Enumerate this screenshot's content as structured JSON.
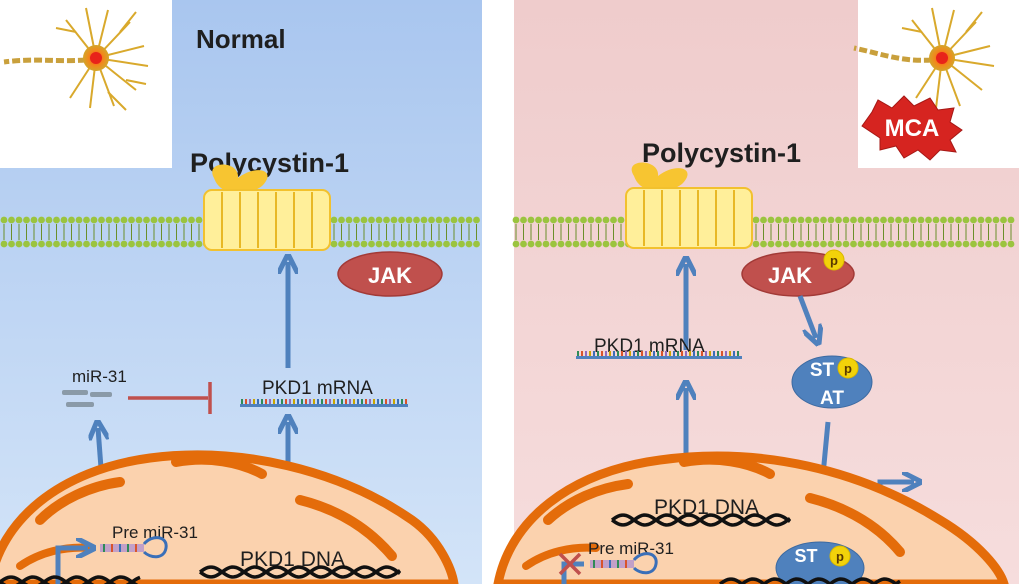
{
  "left_panel": {
    "title": "Normal",
    "protein_label": "Polycystin-1",
    "kinase_label": "JAK",
    "mirna_label": "miR-31",
    "mrna_label": "PKD1 mRNA",
    "pre_mirna_label": "Pre miR-31",
    "dna_label": "PKD1 DNA"
  },
  "right_panel": {
    "badge_label": "MCA",
    "protein_label": "Polycystin-1",
    "kinase_label": "JAK",
    "phospho_label": "p",
    "mrna_label": "PKD1 mRNA",
    "stat_label_top": "ST",
    "stat_label_bottom": "AT",
    "stat_phospho_label": "p",
    "dna_label": "PKD1 DNA",
    "pre_mirna_label": "Pre miR-31",
    "nuclear_stat_label": "ST",
    "nuclear_stat_phospho": "p"
  },
  "colors": {
    "left_background": "#b9d3f3",
    "right_background": "#f1d2d2",
    "membrane_head": "#9bc43f",
    "channel": "#ffe87a",
    "kinase": "#c0504d",
    "arrow": "#4f81bd",
    "inhibition": "#c0504d",
    "nucleus": "#fbd0ab",
    "nucleus_edge": "#e46c0a",
    "stat": "#4f81bd",
    "phospho": "#f2d20a"
  }
}
